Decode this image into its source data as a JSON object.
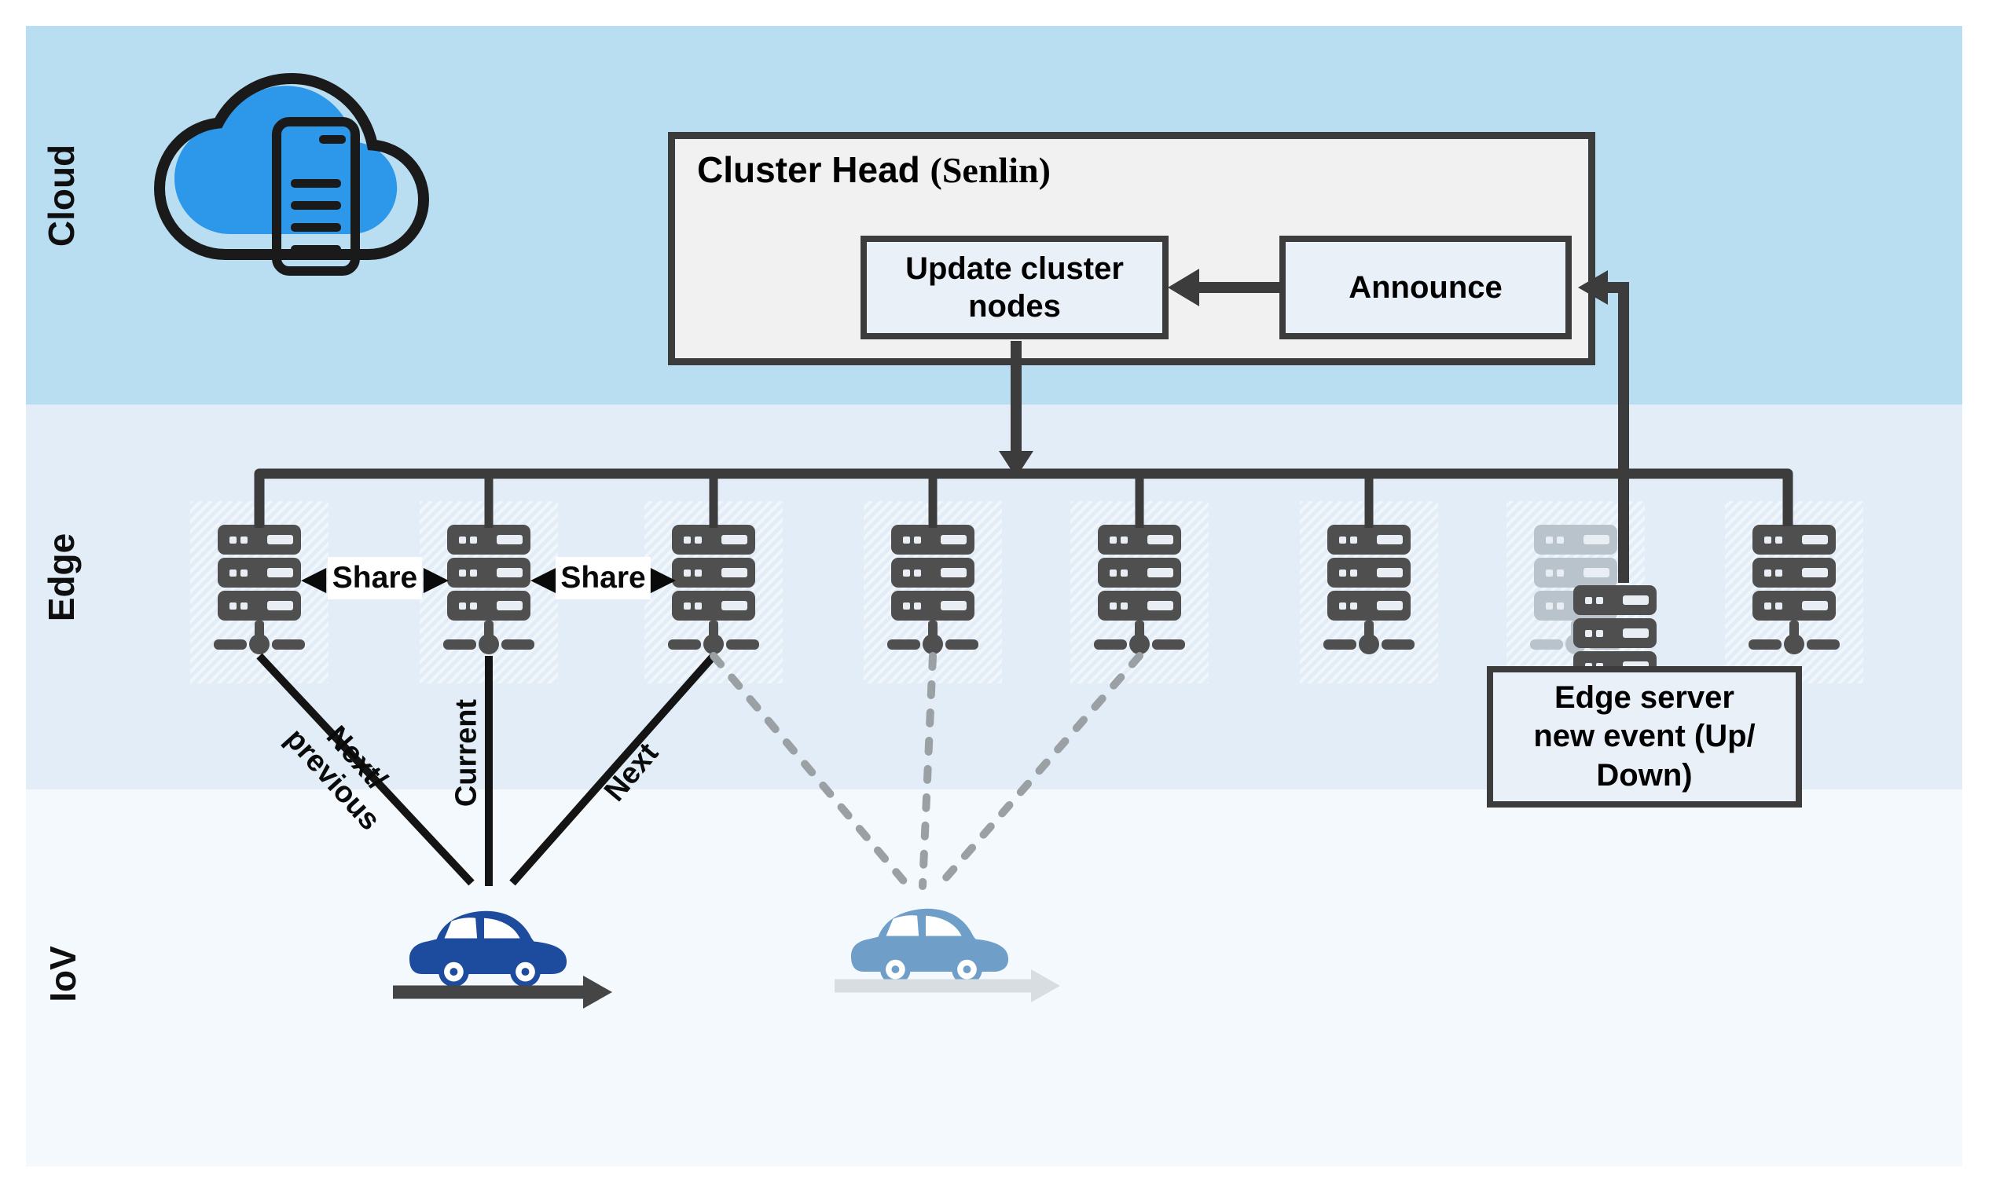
{
  "bands": {
    "cloud": {
      "label": "Cloud"
    },
    "edge": {
      "label": "Edge"
    },
    "iov": {
      "label": "IoV"
    }
  },
  "cloud_layer": {
    "cluster_head": {
      "title": "Cluster Head ",
      "title_note": "(Senlin)",
      "update_box": "Update cluster nodes",
      "announce_box": "Announce"
    }
  },
  "edge_layer": {
    "share_left": "Share",
    "share_right": "Share",
    "server_count": 8,
    "server_states": [
      "active",
      "active",
      "active",
      "active",
      "active",
      "active",
      "replaced",
      "active"
    ],
    "event_box": "Edge server\nnew event (Up/\nDown)"
  },
  "iov_layer": {
    "link_labels": {
      "left": "Next/\nprevious",
      "middle": "Current",
      "right": "Next"
    }
  },
  "icons": {
    "cloud_compute": "cloud-server-icon",
    "edge_server": "server-rack-icon",
    "vehicle": "car-icon",
    "share_arrows": "double-arrow-icon"
  },
  "colors": {
    "cloud_band": "#badef1",
    "edge_band": "#e2edf7",
    "iov_band": "#f4f9fd",
    "line_dark": "#3c3c3c",
    "server_gray": "#4f4f4f",
    "server_faded": "#b9c3cc",
    "car_primary": "#1d4b9e",
    "car_secondary": "#6f9fc9",
    "dashed_line": "#9aa0a4",
    "cloud_fill": "#2d97ea",
    "ground_arrow_dark": "#454545",
    "ground_arrow_light": "#d8dde1"
  }
}
